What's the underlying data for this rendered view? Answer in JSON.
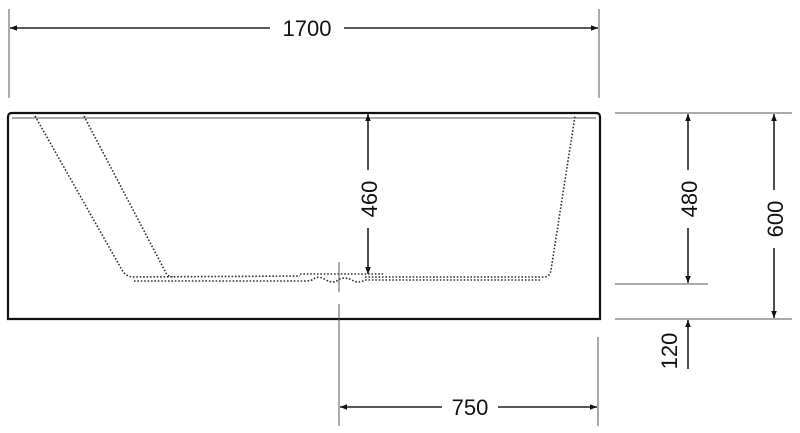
{
  "drawing": {
    "subject": "bathtub side elevation",
    "units": "mm",
    "colors": {
      "line": "#222222",
      "background": "#ffffff"
    }
  },
  "dimensions": {
    "overall_length": "1700",
    "inner_depth": "460",
    "rim_to_floor_level": "480",
    "overall_height": "600",
    "foot_height": "120",
    "drain_offset": "750"
  }
}
